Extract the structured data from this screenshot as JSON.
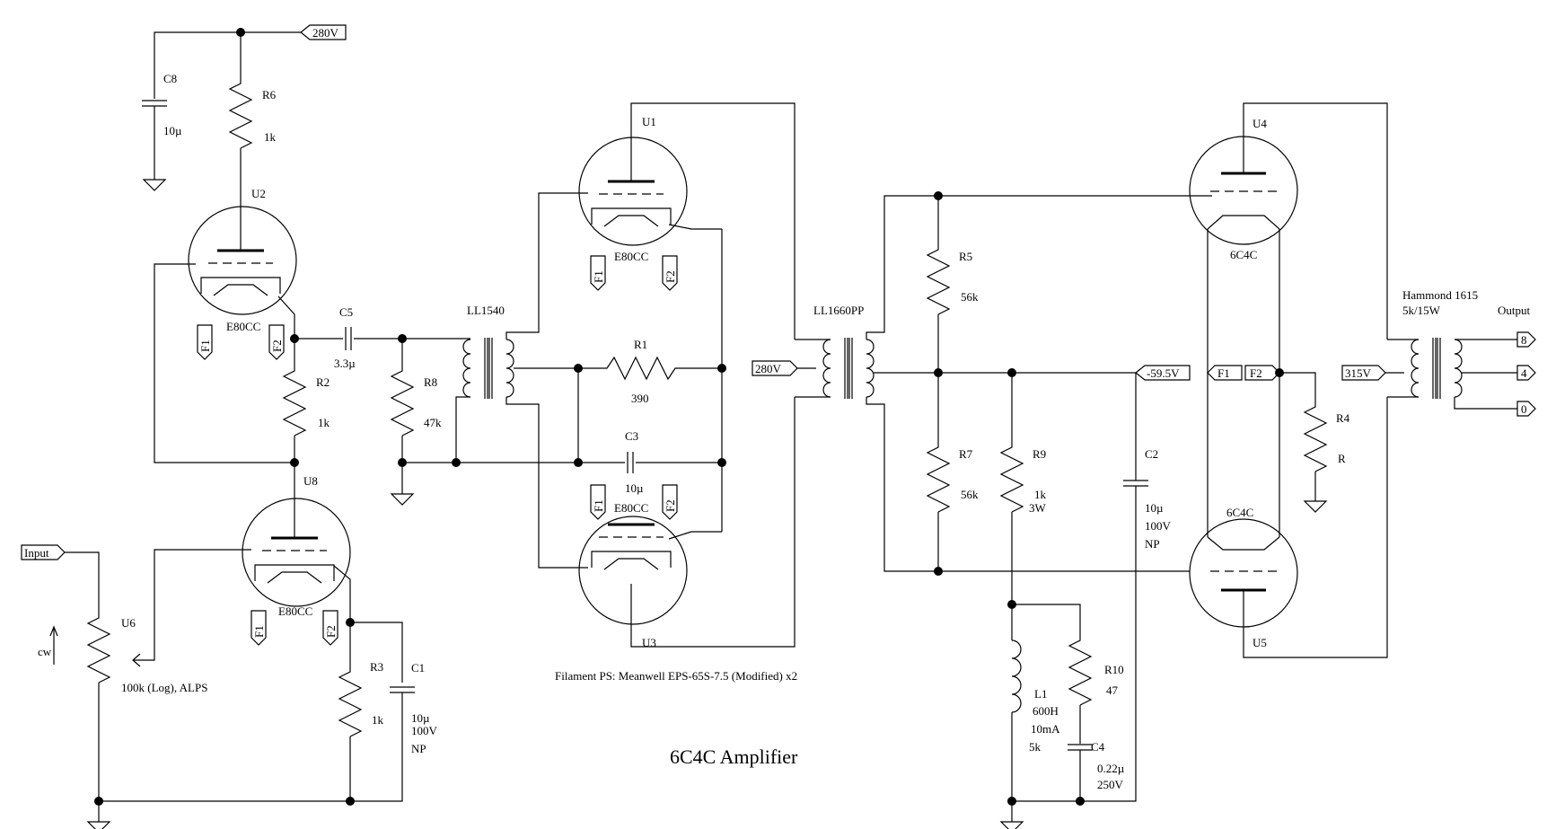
{
  "title": "6C4C Amplifier",
  "note": "Filament PS: Meanwell EPS-65S-7.5 (Modified) x2",
  "rails": {
    "b280_top": "280V",
    "b280_mid": "280V",
    "bias": "-59.5V",
    "b315": "315V",
    "input": "Input"
  },
  "output": {
    "label": "Output",
    "tap8": "8",
    "tap4": "4",
    "tap0": "0"
  },
  "tubes": {
    "U1": {
      "ref": "U1",
      "type": "E80CC"
    },
    "U2": {
      "ref": "U2",
      "type": "E80CC"
    },
    "U3": {
      "ref": "U3",
      "type": "E80CC"
    },
    "U8": {
      "ref": "U8",
      "type": "E80CC"
    },
    "U4": {
      "ref": "U4",
      "type": "6C4C"
    },
    "U5": {
      "ref": "U5",
      "type": "6C4C"
    }
  },
  "filament": {
    "f1": "F1",
    "f2": "F2"
  },
  "resistors": {
    "R1": {
      "ref": "R1",
      "value": "390"
    },
    "R2": {
      "ref": "R2",
      "value": "1k"
    },
    "R3": {
      "ref": "R3",
      "value": "1k"
    },
    "R4": {
      "ref": "R4",
      "value": "R"
    },
    "R5": {
      "ref": "R5",
      "value": "56k"
    },
    "R6": {
      "ref": "R6",
      "value": "1k"
    },
    "R7": {
      "ref": "R7",
      "value": "56k"
    },
    "R8": {
      "ref": "R8",
      "value": "47k"
    },
    "R9": {
      "ref": "R9",
      "value": "1k",
      "rating": "3W"
    },
    "R10": {
      "ref": "R10",
      "value": "47"
    }
  },
  "capacitors": {
    "C1": {
      "ref": "C1",
      "value": "10µ",
      "rating": "100V",
      "type": "NP"
    },
    "C2": {
      "ref": "C2",
      "value": "10µ",
      "rating": "100V",
      "type": "NP"
    },
    "C3": {
      "ref": "C3",
      "value": "10µ"
    },
    "C4": {
      "ref": "C4",
      "value": "0.22µ",
      "rating": "250V"
    },
    "C5": {
      "ref": "C5",
      "value": "3.3µ"
    },
    "C8": {
      "ref": "C8",
      "value": "10µ"
    }
  },
  "inductor": {
    "ref": "L1",
    "value": "600H",
    "current": "10mA",
    "dcr": "5k"
  },
  "transformers": {
    "T1": "LL1540",
    "T2": "LL1660PP",
    "T3": "Hammond 1615",
    "T3_spec": "5k/15W"
  },
  "pot": {
    "ref": "U6",
    "value": "100k (Log), ALPS",
    "dir": "cw"
  }
}
